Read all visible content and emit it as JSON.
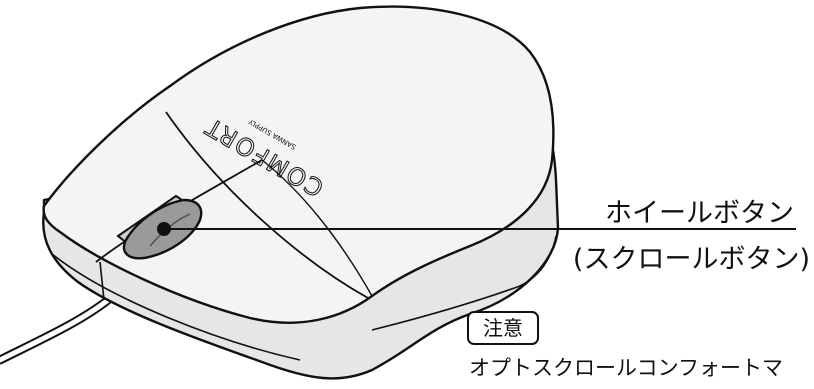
{
  "diagram": {
    "brand_text": "COMFORT",
    "brand_subtext": "SANWA SUPPLY",
    "callouts": {
      "wheel_button": "ホイールボタン",
      "scroll_button": "(スクロールボタン)"
    },
    "caution_badge": "注意",
    "note_text": "オプトスクロールコンフォートマ"
  },
  "colors": {
    "mouse_body": "#f4f4f4",
    "mouse_side": "#e6e6e6",
    "outline": "#111111",
    "wheel": "#9a9a9a",
    "wheel_dark": "#7a7a7a"
  }
}
